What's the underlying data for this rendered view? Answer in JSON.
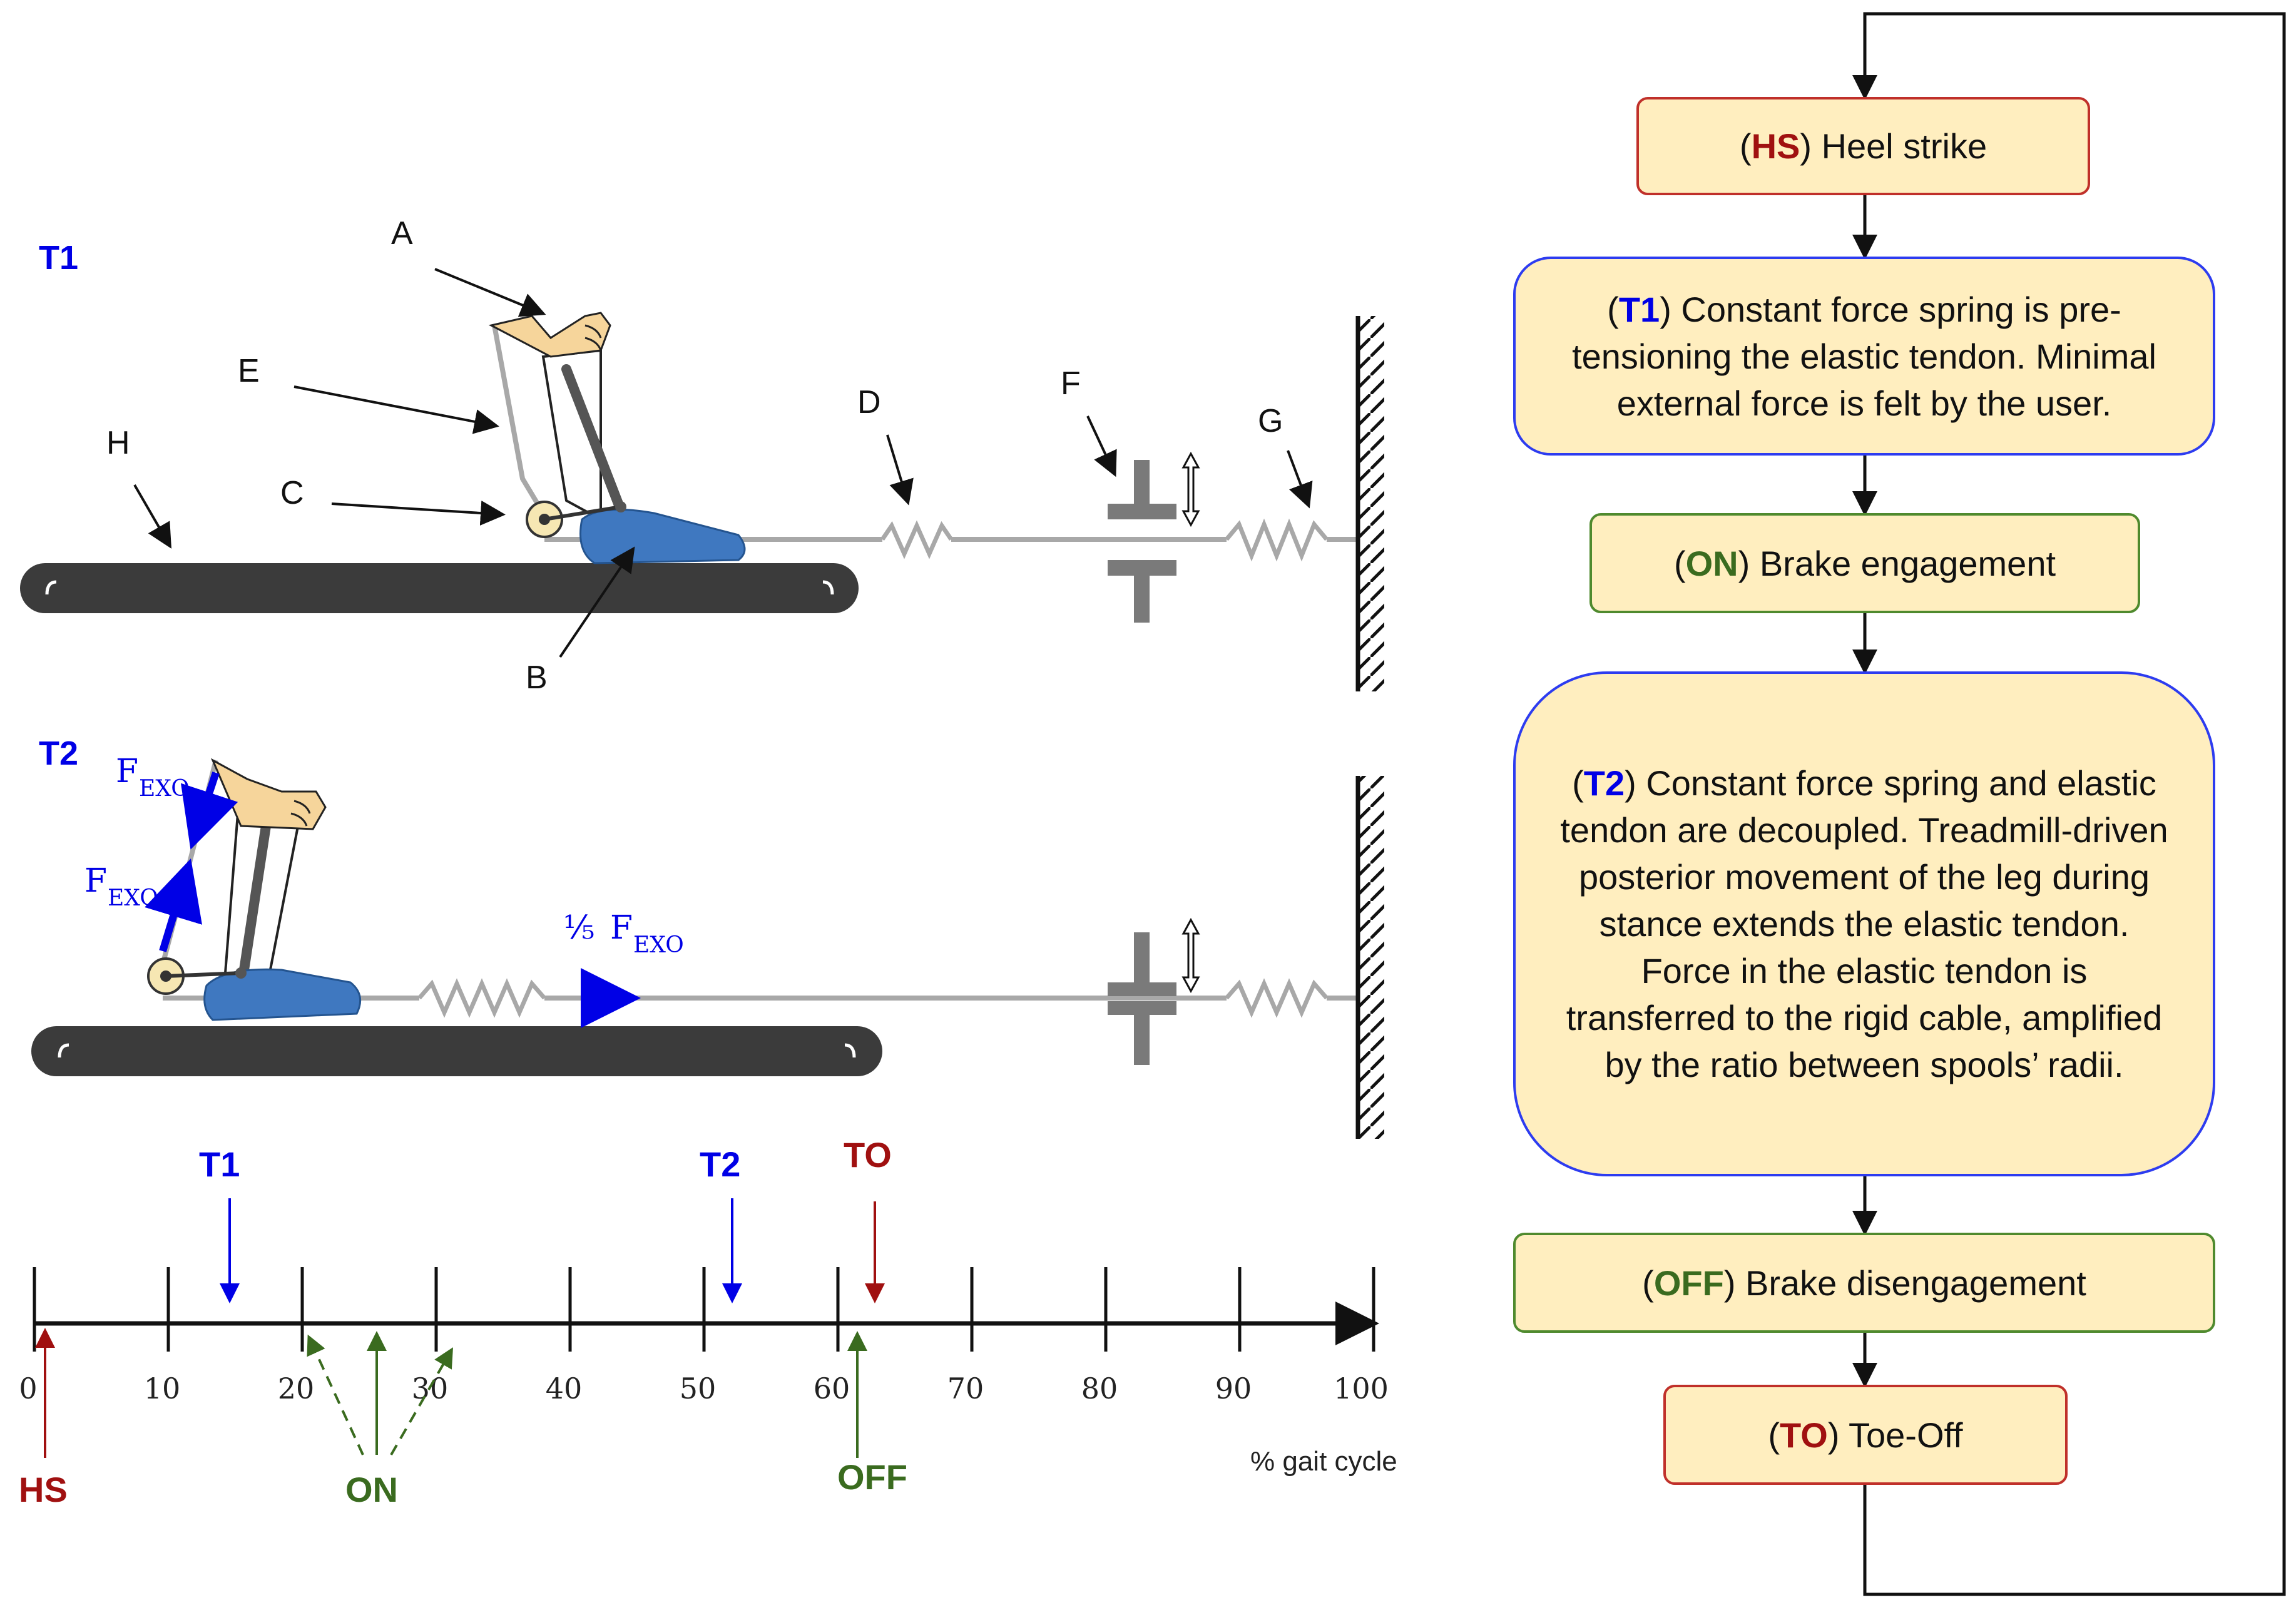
{
  "diagram": {
    "panel_labels": {
      "t1": "T1",
      "t2": "T2"
    },
    "component_labels": {
      "a": "A",
      "b": "B",
      "c": "C",
      "d": "D",
      "e": "E",
      "f": "F",
      "g": "G",
      "h": "H"
    },
    "force_labels": {
      "f_main": "F",
      "f_sub": "EXO",
      "fraction": "⅕"
    }
  },
  "timeline": {
    "ticks": [
      "0",
      "10",
      "20",
      "30",
      "40",
      "50",
      "60",
      "70",
      "80",
      "90",
      "100"
    ],
    "axis_title": "% gait cycle",
    "events_top": {
      "t1": "T1",
      "t2": "T2",
      "to": "TO"
    },
    "events_bottom": {
      "hs": "HS",
      "on": "ON",
      "off": "OFF"
    }
  },
  "flowchart": {
    "hs": {
      "code": "HS",
      "text": ") Heel strike"
    },
    "t1": {
      "code": "T1",
      "text": ") Constant force spring is pre-tensioning the elastic tendon. Minimal external force is felt by the user."
    },
    "on": {
      "code": "ON",
      "text": ") Brake engagement"
    },
    "t2": {
      "code": "T2",
      "text": ") Constant force spring and elastic tendon are decoupled. Treadmill-driven posterior movement of the leg during stance extends the elastic tendon. Force in the elastic tendon is transferred to the rigid cable, amplified by the ratio between spools’ radii."
    },
    "off": {
      "code": "OFF",
      "text": ") Brake disengagement"
    },
    "to": {
      "code": "TO",
      "text": ") Toe-Off"
    }
  },
  "colors": {
    "event_red": "#a01010",
    "event_green": "#3a6b1f",
    "event_blue": "#0000e6",
    "box_fill": "#ffeebf",
    "treadmill": "#3b3b3b",
    "shoe": "#3f78c0"
  }
}
